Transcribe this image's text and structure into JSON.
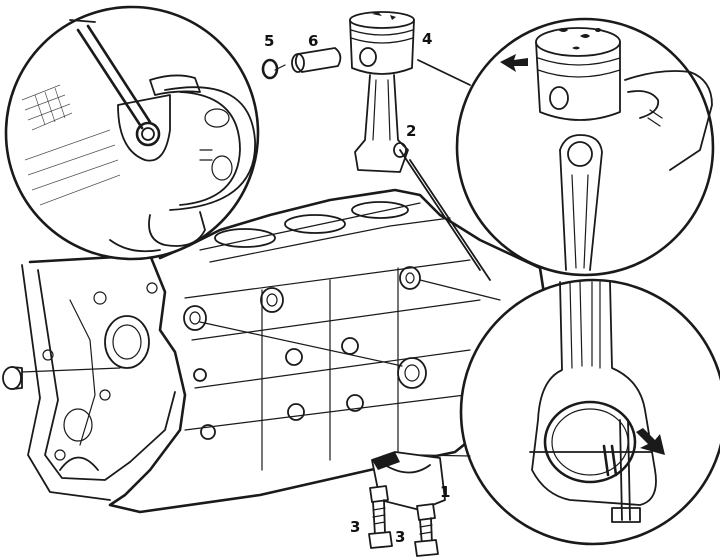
{
  "colors": {
    "ink": "#1a1a1a",
    "paper": "#ffffff"
  },
  "callouts": [
    {
      "id": "c1",
      "text": "1"
    },
    {
      "id": "c2",
      "text": "2"
    },
    {
      "id": "c3a",
      "text": "3"
    },
    {
      "id": "c3b",
      "text": "3"
    },
    {
      "id": "c4",
      "text": "4"
    },
    {
      "id": "c5",
      "text": "5"
    },
    {
      "id": "c6",
      "text": "6"
    }
  ],
  "icons": [
    "detail-circle",
    "arrow-indicator",
    "bolt-icon",
    "piston-icon",
    "connecting-rod-icon"
  ]
}
